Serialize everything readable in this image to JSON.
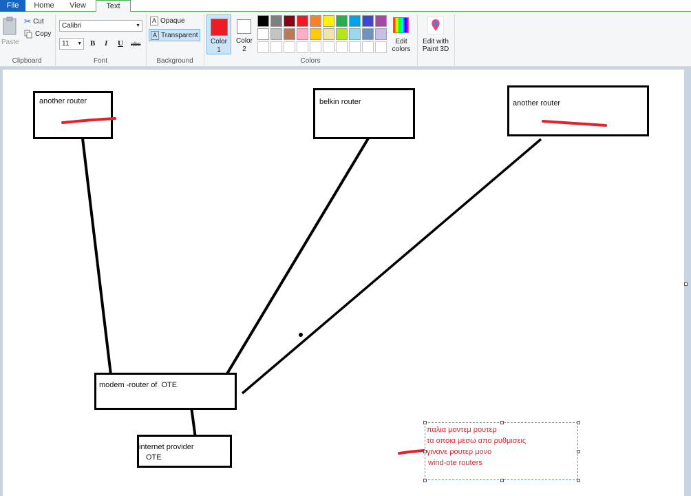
{
  "menu": {
    "file": "File",
    "home": "Home",
    "view": "View",
    "text": "Text"
  },
  "clipboard": {
    "paste": "Paste",
    "cut": "Cut",
    "copy": "Copy",
    "group": "Clipboard"
  },
  "font": {
    "family": "Calibri",
    "size": "11",
    "bold": "B",
    "italic": "I",
    "underline": "U",
    "strike": "abc",
    "group": "Font"
  },
  "background": {
    "opaque": "Opaque",
    "transparent": "Transparent",
    "group": "Background"
  },
  "colors": {
    "color1_label": "Color",
    "color1_num": "1",
    "color2_label": "Color",
    "color2_num": "2",
    "edit_colors_1": "Edit",
    "edit_colors_2": "colors",
    "paint3d_1": "Edit with",
    "paint3d_2": "Paint 3D",
    "group": "Colors",
    "color1": "#ed1c24",
    "color2": "#ffffff",
    "palette_row1": [
      "#000000",
      "#7f7f7f",
      "#880015",
      "#ed1c24",
      "#ff7f27",
      "#fff200",
      "#22b14c",
      "#00a2e8",
      "#3f48cc",
      "#a349a4"
    ],
    "palette_row2": [
      "#ffffff",
      "#c3c3c3",
      "#b97a57",
      "#ffaec9",
      "#ffc90e",
      "#efe4b0",
      "#b5e61d",
      "#99d9ea",
      "#7092be",
      "#c8bfe7"
    ],
    "palette_row3": [
      "#ffffff",
      "#ffffff",
      "#ffffff",
      "#ffffff",
      "#ffffff",
      "#ffffff",
      "#ffffff",
      "#ffffff",
      "#ffffff",
      "#ffffff"
    ]
  },
  "drawing": {
    "box1": "another router",
    "box2": "belkin router",
    "box3": "another router",
    "box4": "modem -router of  OTE",
    "box5_line1": "internet provider",
    "box5_line2": "OTE",
    "note_line1": "παλια μοντεμ ρουτερ",
    "note_line2": "τα οποια μεσω απο ρυθμισεις",
    "note_line3": "γινανε ρουτερ μονο",
    "note_line4": "wind-ote routers"
  }
}
